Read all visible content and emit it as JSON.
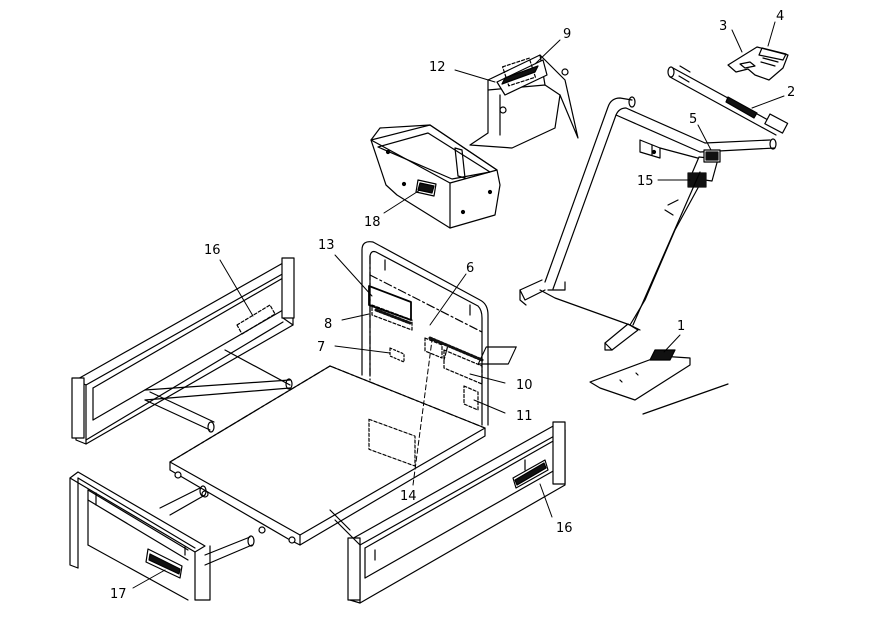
{
  "diagram": {
    "title": "",
    "callouts": [
      {
        "id": "c1",
        "label": "1"
      },
      {
        "id": "c2",
        "label": "2"
      },
      {
        "id": "c3",
        "label": "3"
      },
      {
        "id": "c4",
        "label": "4"
      },
      {
        "id": "c5",
        "label": "5"
      },
      {
        "id": "c6",
        "label": "6"
      },
      {
        "id": "c7",
        "label": "7"
      },
      {
        "id": "c8",
        "label": "8"
      },
      {
        "id": "c9",
        "label": "9"
      },
      {
        "id": "c10",
        "label": "10"
      },
      {
        "id": "c11",
        "label": "11"
      },
      {
        "id": "c12",
        "label": "12"
      },
      {
        "id": "c13",
        "label": "13"
      },
      {
        "id": "c14",
        "label": "14"
      },
      {
        "id": "c15",
        "label": "15"
      },
      {
        "id": "c16a",
        "label": "16"
      },
      {
        "id": "c16b",
        "label": "16"
      },
      {
        "id": "c17",
        "label": "17"
      },
      {
        "id": "c18",
        "label": "18"
      }
    ],
    "colors": {
      "line": "#000000",
      "fill": "#ffffff",
      "decal_dark": "#111111",
      "panel_shade": "#e8e8e8"
    }
  }
}
